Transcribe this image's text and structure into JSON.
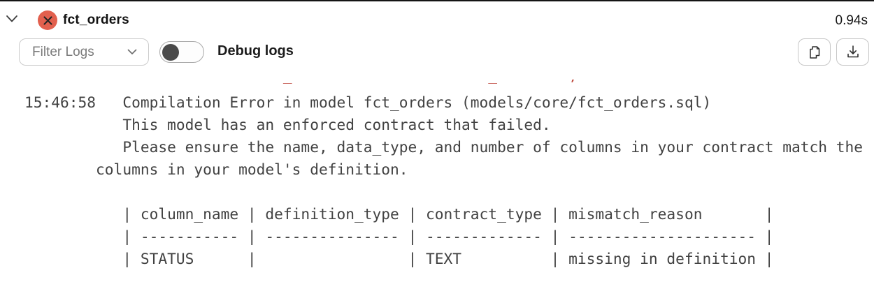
{
  "header": {
    "model_name": "fct_orders",
    "duration": "0.94s",
    "status": "error",
    "status_color": "#e2604e"
  },
  "toolbar": {
    "filter_label": "Filter Logs",
    "debug_toggle_label": "Debug logs",
    "debug_toggle_on": false,
    "copy_button": "copy logs",
    "download_button": "download logs"
  },
  "log": {
    "text_color": "#424242",
    "error_fragment_color": "#bf4a3f",
    "clipped_line": "                             _                      _        ,",
    "lines": [
      "15:46:58   Compilation Error in model fct_orders (models/core/fct_orders.sql)",
      "           This model has an enforced contract that failed.",
      "           Please ensure the name, data_type, and number of columns in your contract match the",
      "        columns in your model's definition.",
      "",
      "           | column_name | definition_type | contract_type | mismatch_reason       |",
      "           | ----------- | --------------- | ------------- | --------------------- |",
      "           | STATUS      |                 | TEXT          | missing in definition |"
    ]
  }
}
